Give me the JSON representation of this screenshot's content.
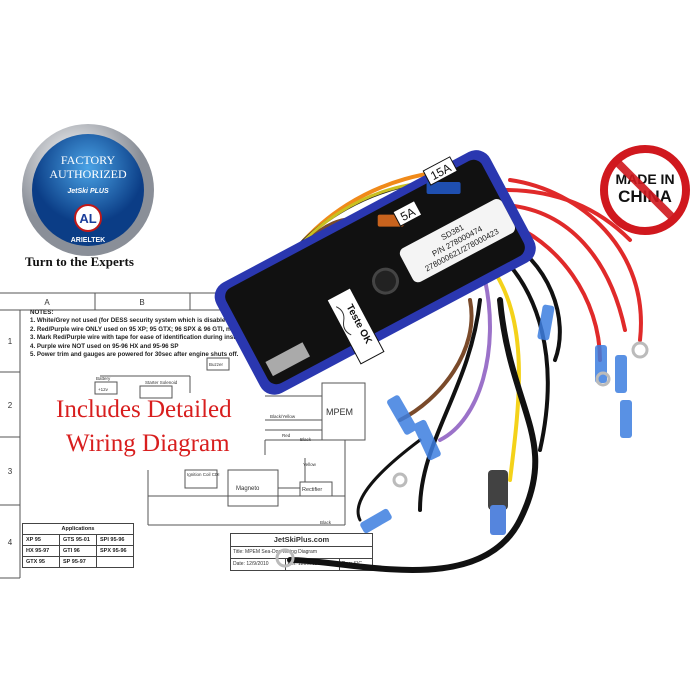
{
  "badge": {
    "line1": "FACTORY",
    "line2": "AUTHORIZED",
    "brand": "JetSki PLUS",
    "logo": "AL",
    "company": "ARIELTEK",
    "tagline": "Turn to the Experts"
  },
  "made_in_china": {
    "text1": "MADE IN",
    "text2": "CHINA",
    "color": "#d0181e"
  },
  "diagram": {
    "columns": [
      "A",
      "B"
    ],
    "rows": [
      "1",
      "2",
      "3",
      "4"
    ],
    "notes_title": "NOTES:",
    "notes": [
      "1.  White/Grey not used (for DESS security system which is disabled)",
      "2.  Red/Purple wire ONLY used on 95 XP; 95 GTX; 96 SPX & 96 GTI, not",
      "3.  Mark Red/Purple wire with tape for ease of identification during inst",
      "4.  Purple wire NOT used on 95-96 HX and 95-96 SP",
      "5.  Power trim and gauges are powered for 30sec after engine shuts off."
    ],
    "labels": {
      "buzzer": "Buzzer",
      "battery": "Battery",
      "battery_v": "+12v",
      "starter": "Starter Solenoid",
      "mpem": "MPEM",
      "black_yellow": "Black/Yellow",
      "red": "Red",
      "black": "Black",
      "yellow": "Yellow",
      "magneto": "Magneto",
      "rectifier": "Rectifier",
      "ignition": "Ignition Coil CDI",
      "black2": "Black"
    },
    "applications": {
      "title": "Applications",
      "rows": [
        [
          "XP 95",
          "GTS 95-01",
          "SPI 95-96"
        ],
        [
          "HX 95-97",
          "GTI 96",
          "SPX 95-96"
        ],
        [
          "GTX 95",
          "SP 95-97",
          ""
        ]
      ]
    },
    "title_block": {
      "company": "JetSkiPlus.com",
      "title": "Title: MPEM Sea-Doo Wiring Diagram",
      "date": "Date: 12/9/2010",
      "ref": "Ref: 120951216",
      "doc": "Doc: SIC"
    }
  },
  "overlay": {
    "line1": "Includes Detailed",
    "line2": "Wiring Diagram"
  },
  "module": {
    "fuse1": "5A",
    "fuse2": "15A",
    "label_model": "SD381",
    "label_pn": "P/N 278000474",
    "label_alt": "278000621/278000423",
    "sticker": "Teste OK",
    "colors": {
      "housing": "#2a37b0",
      "body": "#111111"
    }
  }
}
